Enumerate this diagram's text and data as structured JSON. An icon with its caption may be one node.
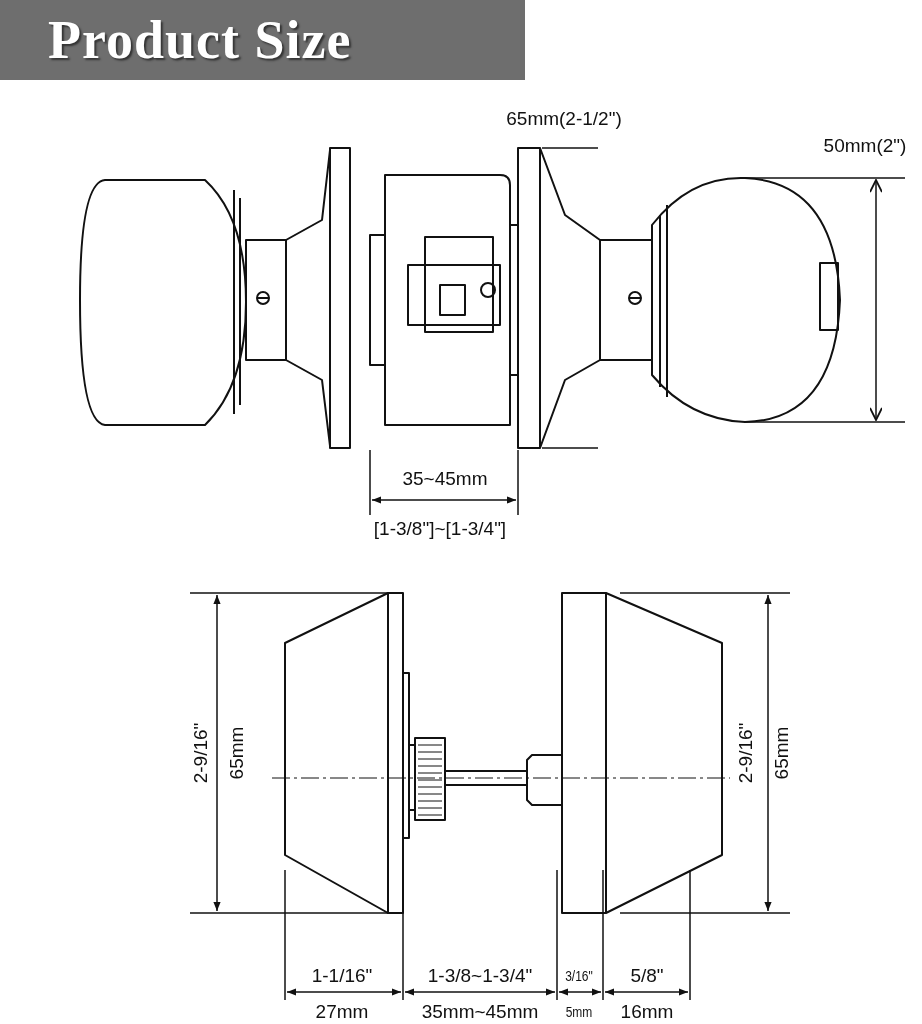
{
  "diagram": {
    "title": "Product Size",
    "labels": [
      "65mm(2-1/2\")",
      "50mm(2\")",
      "35~45mm",
      "[1-3/8\"]~[1-3/4\"]",
      "2-9/16\"",
      "65mm",
      "2-9/16\"",
      "65mm",
      "1-1/16\"",
      "1-3/8~1-3/4\"",
      "3/16\"",
      "5/8\"",
      "27mm",
      "35mm~45mm",
      "5mm",
      "16mm"
    ]
  }
}
